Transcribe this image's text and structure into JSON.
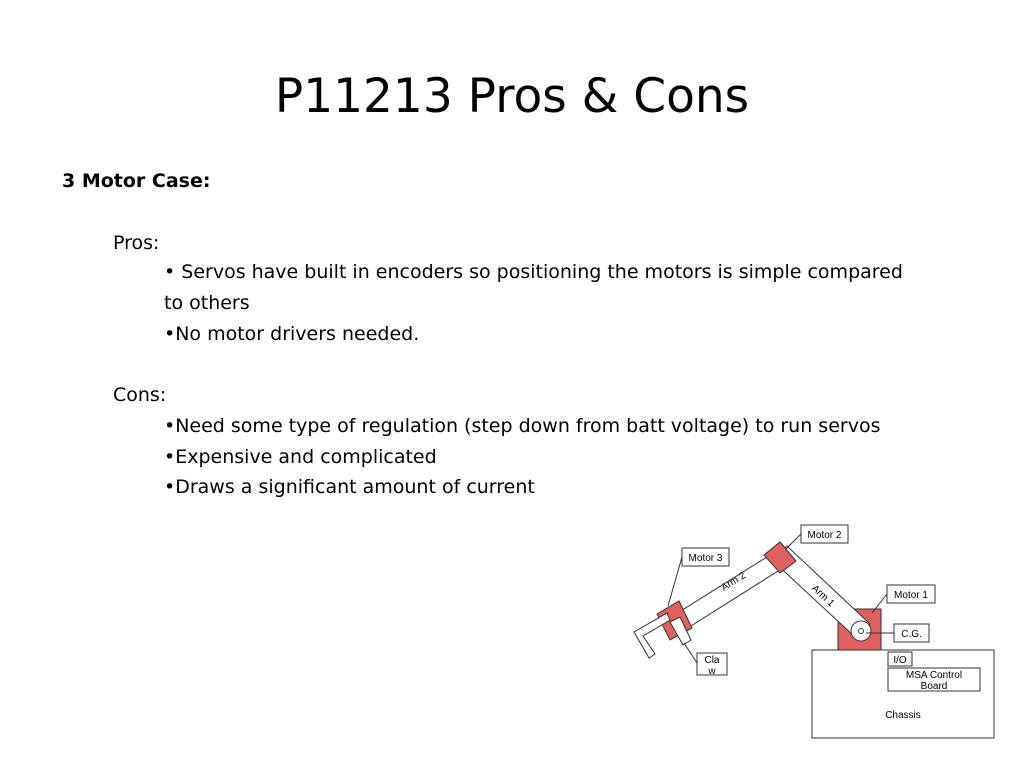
{
  "slide": {
    "title": "P11213  Pros & Cons",
    "case_heading": "3 Motor Case:",
    "pros_label": "Pros:",
    "pros": [
      " Servos have built in encoders so positioning the motors is simple compared",
      "to others",
      "No motor drivers needed."
    ],
    "cons_label": "Cons:",
    "cons": [
      "Need some type of regulation (step down from batt voltage) to run servos",
      "Expensive and complicated",
      "Draws a significant amount of current"
    ],
    "bullet": "•"
  },
  "diagram": {
    "motor1": "Motor 1",
    "motor2": "Motor 2",
    "motor3": "Motor 3",
    "arm1": "Arm 1",
    "arm2": "Arm 2",
    "cg": "C.G.",
    "claw_line1": "Cla",
    "claw_line2": "w",
    "io": "I/O",
    "board_line1": "MSA Control",
    "board_line2": "Board",
    "chassis": "Chassis",
    "motor_color": "#e06060"
  }
}
